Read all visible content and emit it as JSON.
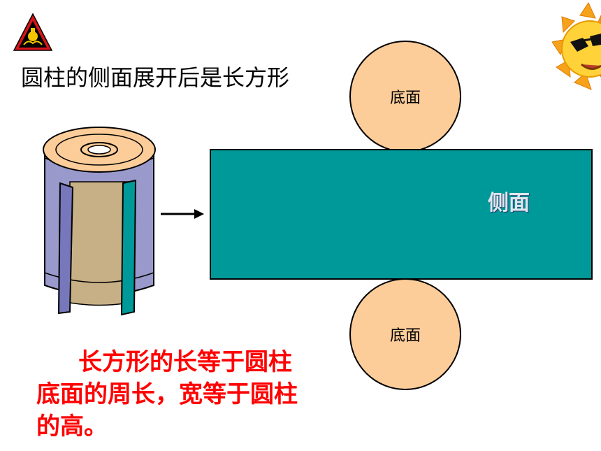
{
  "title": "圆柱的侧面展开后是长方形",
  "top_base_label": "底面",
  "bottom_base_label": "底面",
  "lateral_label": "侧面",
  "caption": "长方形的长等于圆柱底面的周长，宽等于圆柱的高。",
  "colors": {
    "base_fill": "#fccc99",
    "lateral_fill": "#009999",
    "caption_text": "#ff0000"
  },
  "icons": [
    "school-emblem-icon",
    "cylinder-illustration",
    "right-arrow-icon",
    "sun-mascot-icon"
  ]
}
